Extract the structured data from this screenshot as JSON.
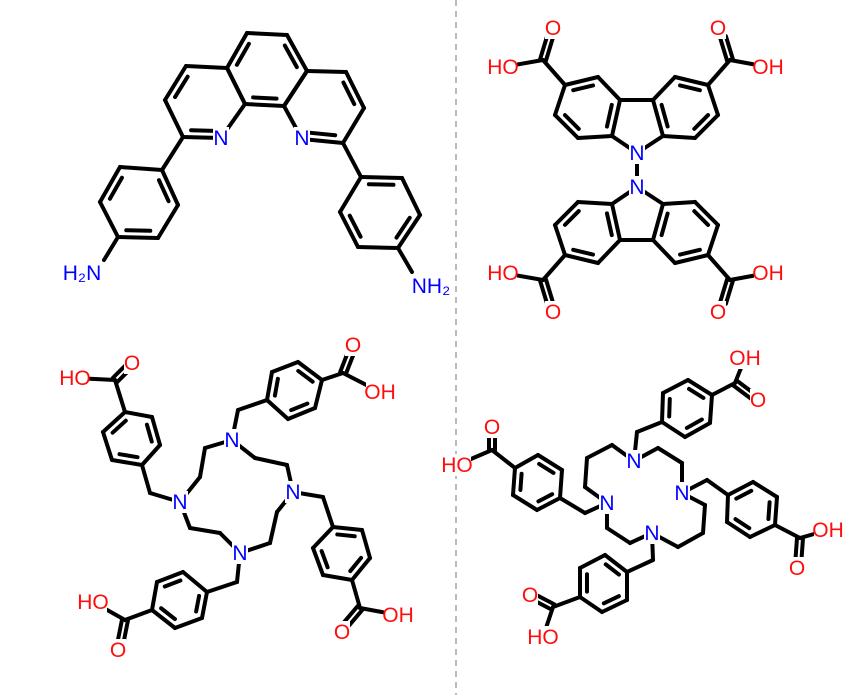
{
  "colors": {
    "bond": "#000000",
    "N": "#0000ff",
    "O": "#ff0d0d",
    "divider": "#bbbbbb",
    "background": "#ffffff"
  },
  "panels": [
    {
      "labels": [
        "N",
        "N",
        "H₂N",
        "NH₂"
      ]
    },
    {
      "labels": [
        "N",
        "N",
        "O",
        "HO",
        "O",
        "OH",
        "O",
        "HO",
        "O",
        "OH"
      ]
    },
    {
      "labels": [
        "N",
        "N",
        "N",
        "N",
        "O",
        "OH",
        "O",
        "HO",
        "O",
        "OH",
        "O",
        "HO"
      ]
    },
    {
      "labels": [
        "N",
        "N",
        "N",
        "N",
        "OH",
        "O",
        "O",
        "HO",
        "OH",
        "O",
        "O",
        "HO"
      ]
    }
  ]
}
